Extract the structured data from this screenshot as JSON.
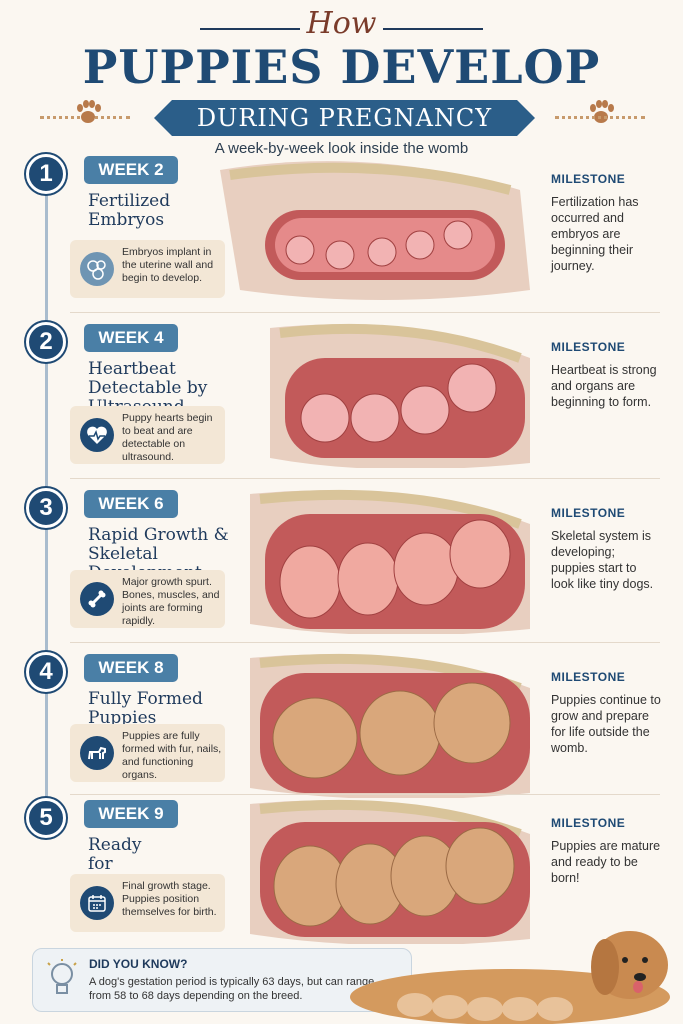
{
  "header": {
    "how": "How",
    "title": "PUPPIES DEVELOP",
    "ribbon": "DURING PREGNANCY",
    "subtitle": "A week-by-week look inside the womb"
  },
  "weeks": [
    {
      "number": "1",
      "label": "WEEK 2",
      "heading": "Fertilized Embryos",
      "note": "Embryos implant in the uterine wall and begin to develop.",
      "icon": "cells-icon",
      "milestone_label": "MILESTONE",
      "milestone": "Fertilization has occurred and embryos are beginning their journey."
    },
    {
      "number": "2",
      "label": "WEEK 4",
      "heading": "Heartbeat Detectable by Ultrasound",
      "note": "Puppy hearts begin to beat and are detectable on ultrasound.",
      "icon": "heartbeat-icon",
      "milestone_label": "MILESTONE",
      "milestone": "Heartbeat is strong and organs are beginning to form."
    },
    {
      "number": "3",
      "label": "WEEK 6",
      "heading": "Rapid Growth & Skeletal Development",
      "note": "Major growth spurt. Bones, muscles, and joints are forming rapidly.",
      "icon": "bone-icon",
      "milestone_label": "MILESTONE",
      "milestone": "Skeletal system is developing; puppies start to look like tiny dogs."
    },
    {
      "number": "4",
      "label": "WEEK 8",
      "heading": "Fully Formed Puppies",
      "note": "Puppies are fully formed with fur, nails, and functioning organs.",
      "icon": "dog-icon",
      "milestone_label": "MILESTONE",
      "milestone": "Puppies continue to grow and prepare for life outside the womb."
    },
    {
      "number": "5",
      "label": "WEEK 9",
      "heading": "Ready for Birth",
      "note": "Final growth stage. Puppies position themselves for birth.",
      "icon": "calendar-icon",
      "milestone_label": "MILESTONE",
      "milestone": "Puppies are mature and ready to be born!"
    }
  ],
  "did_you_know": {
    "label": "DID YOU KNOW?",
    "text": "A dog's gestation period is typically 63 days, but can range from 58 to 68 days depending on the breed.",
    "icon": "lightbulb-icon"
  },
  "colors": {
    "navy": "#1f4a74",
    "week_pill": "#4a7fa6",
    "cream": "#f3e7d6",
    "uterus": "#c25a5a",
    "puppy": "#d9a77b"
  }
}
